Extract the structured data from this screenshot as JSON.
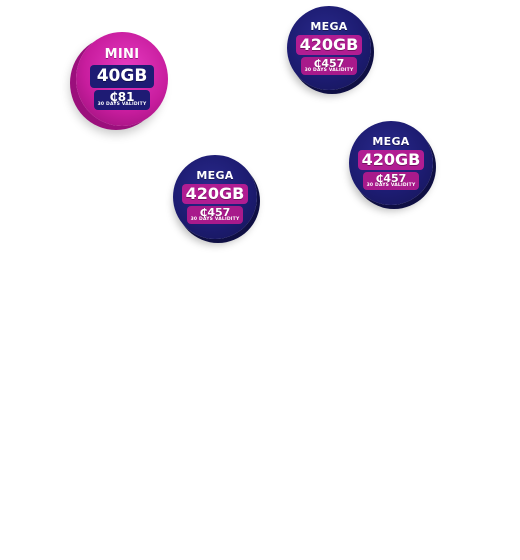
{
  "bundles": [
    {
      "variant": "mini",
      "tier": "MINI",
      "data": "40GB",
      "price": "₵81",
      "validity": "30 DAYS VALIDITY",
      "color": "#c81d9e"
    },
    {
      "variant": "mega",
      "tier": "MEGA",
      "data": "420GB",
      "price": "₵457",
      "validity": "30 DAYS VALIDITY",
      "color": "#1d1c72"
    },
    {
      "variant": "mega",
      "tier": "MEGA",
      "data": "420GB",
      "price": "₵457",
      "validity": "30 DAYS VALIDITY",
      "color": "#1d1c72"
    },
    {
      "variant": "mega",
      "tier": "MEGA",
      "data": "420GB",
      "price": "₵457",
      "validity": "30 DAYS VALIDITY",
      "color": "#1d1c72"
    }
  ]
}
